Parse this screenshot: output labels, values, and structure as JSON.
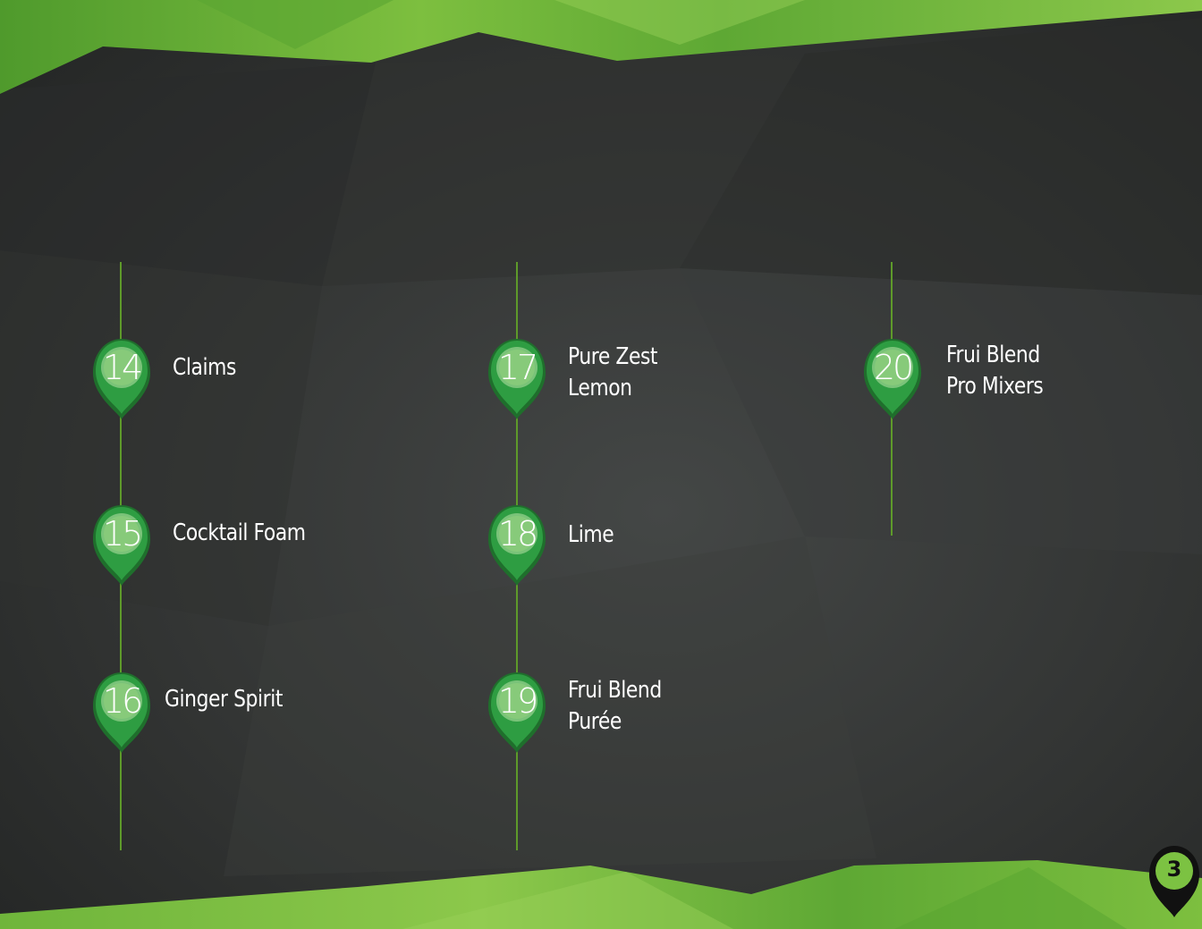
{
  "colors": {
    "accent_green": "#7cc242",
    "marker_green": "#2e9d42",
    "marker_dark": "#1f6f2c",
    "background": "#2d2f2e"
  },
  "items": [
    {
      "number": "14",
      "label_line1": "Claims",
      "label_line2": ""
    },
    {
      "number": "15",
      "label_line1": "Cocktail Foam",
      "label_line2": ""
    },
    {
      "number": "16",
      "label_line1": "Ginger Spirit",
      "label_line2": ""
    },
    {
      "number": "17",
      "label_line1": "Pure Zest",
      "label_line2": "Lemon"
    },
    {
      "number": "18",
      "label_line1": "Lime",
      "label_line2": ""
    },
    {
      "number": "19",
      "label_line1": "Frui Blend",
      "label_line2": "Purée"
    },
    {
      "number": "20",
      "label_line1": "Frui Blend",
      "label_line2": "Pro Mixers"
    }
  ],
  "page_number": "3",
  "icons": {
    "marker": "map-pin-icon",
    "page_badge": "map-pin-icon"
  }
}
